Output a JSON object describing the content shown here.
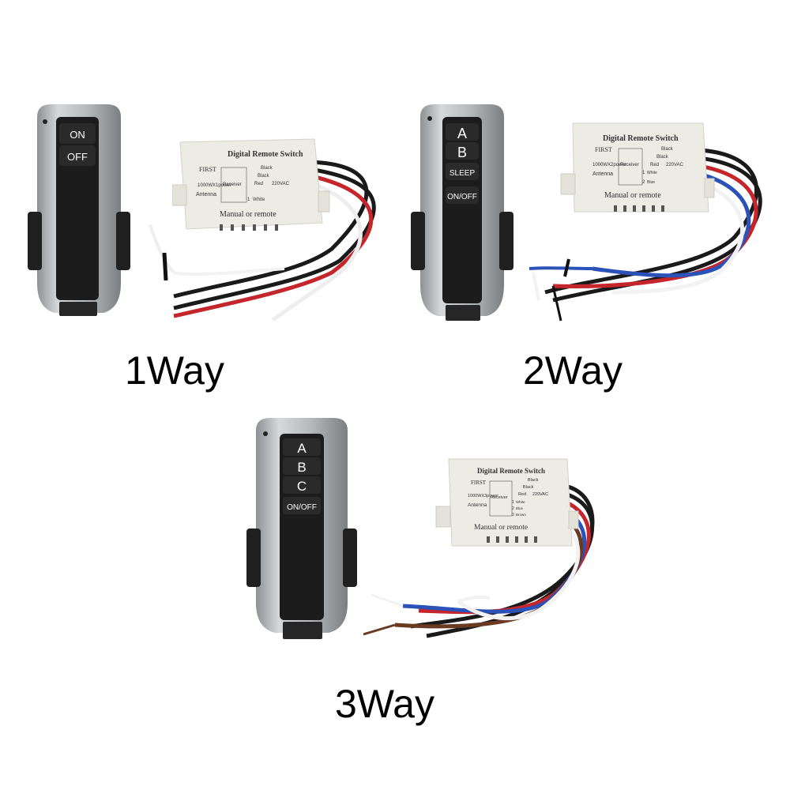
{
  "products": [
    {
      "caption": "1Way",
      "remote_buttons": [
        "ON",
        "OFF"
      ],
      "receiver": {
        "title": "Digital Remote Switch",
        "logo": "FIRST",
        "power": "1000WX1power",
        "antenna": "Antenna",
        "receiver_label": "Receiver",
        "wire_labels": [
          "Black",
          "Black",
          "Red",
          "White"
        ],
        "channel_numbers": [
          "1"
        ],
        "voltage": "220VAC",
        "footer": "Manual or remote"
      }
    },
    {
      "caption": "2Way",
      "remote_buttons": [
        "A",
        "B",
        "SLEEP",
        "ON/OFF"
      ],
      "receiver": {
        "title": "Digital Remote Switch",
        "logo": "FIRST",
        "power": "1000WX2power",
        "antenna": "Antenna",
        "receiver_label": "Receiver",
        "wire_labels": [
          "Black",
          "Black",
          "Red",
          "White",
          "Blue"
        ],
        "channel_numbers": [
          "1",
          "2"
        ],
        "voltage": "220VAC",
        "footer": "Manual or remote"
      }
    },
    {
      "caption": "3Way",
      "remote_buttons": [
        "A",
        "B",
        "C",
        "ON/OFF"
      ],
      "receiver": {
        "title": "Digital Remote Switch",
        "logo": "FIRST",
        "power": "1000WX3power",
        "antenna": "Antenna",
        "receiver_label": "Receiver",
        "wire_labels": [
          "Black",
          "Black",
          "Red",
          "White",
          "Blue",
          "Brown"
        ],
        "channel_numbers": [
          "1",
          "2",
          "3"
        ],
        "voltage": "220VAC",
        "footer": "Manual or remote"
      }
    }
  ],
  "colors": {
    "remote_silver": "#b9bcbf",
    "remote_dark": "#1c1c1c",
    "receiver_body": "#ecebe4",
    "wire_black": "#1a1a1a",
    "wire_red": "#c4262b",
    "wire_white": "#f4f4f4",
    "wire_blue": "#2a52b8",
    "wire_brown": "#6b3a22"
  }
}
